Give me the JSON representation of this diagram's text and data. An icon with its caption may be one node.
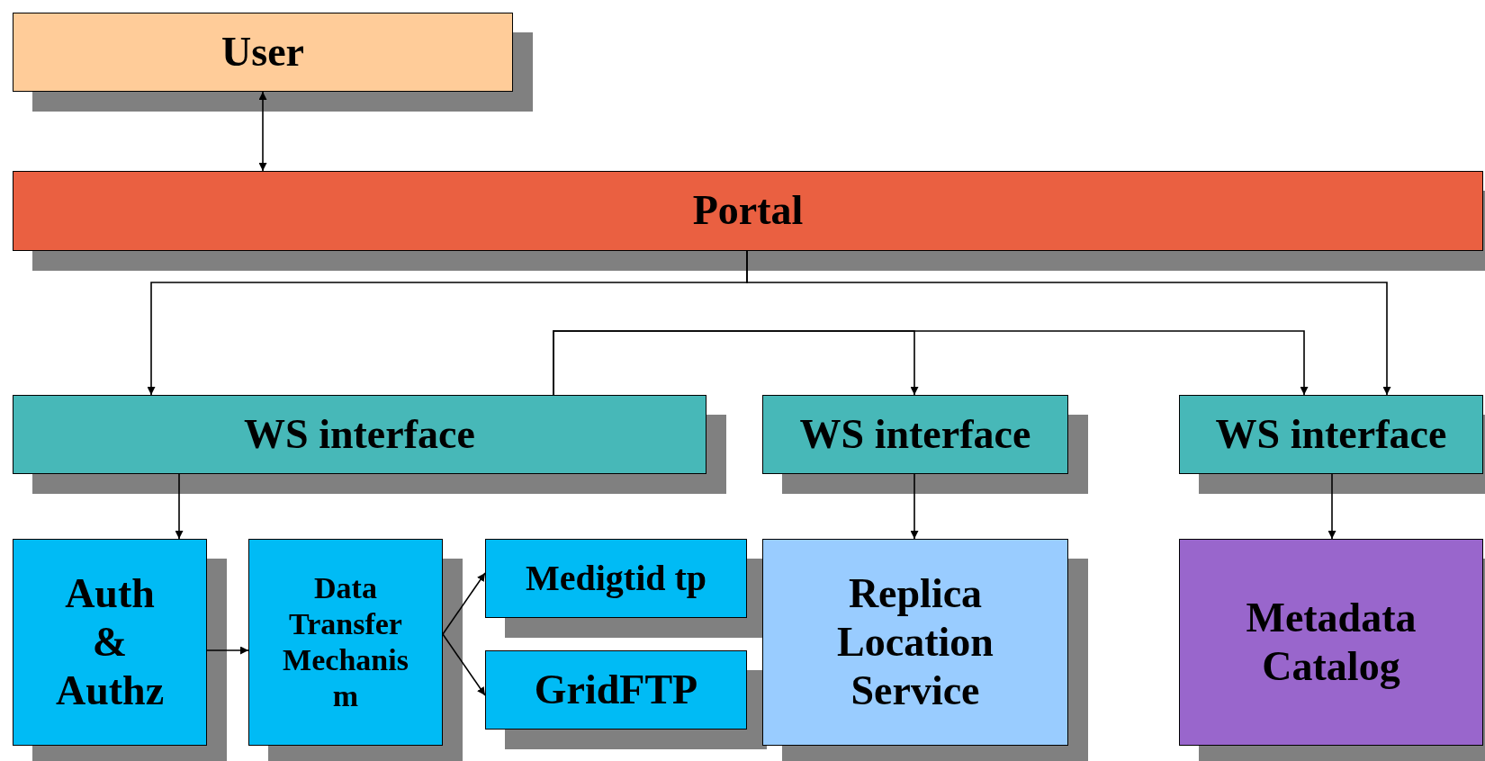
{
  "diagram": {
    "nodes": [
      {
        "text": [
          "User"
        ]
      },
      {
        "text": [
          "Portal"
        ]
      },
      {
        "text": [
          "WS interface"
        ]
      },
      {
        "text": [
          "WS interface"
        ]
      },
      {
        "text": [
          "WS interface"
        ]
      },
      {
        "text": [
          "Auth & Authz"
        ]
      },
      {
        "text": [
          "Data Transfer Mechanis m"
        ]
      },
      {
        "text": [
          "Medigtid tp"
        ]
      },
      {
        "text": [
          "GridFTP"
        ]
      },
      {
        "text": [
          "Replica Location Service"
        ]
      },
      {
        "text": [
          "Metadata Catalog"
        ]
      }
    ],
    "edges": [
      {
        "from": 0,
        "to": 1,
        "arrow": "both"
      },
      {
        "from": 1,
        "to": 2,
        "arrow": "to"
      },
      {
        "from": 1,
        "to": 4,
        "arrow": "to"
      },
      {
        "from": 2,
        "to": 3,
        "arrow": "to"
      },
      {
        "from": 2,
        "to": 4,
        "arrow": "to"
      },
      {
        "from": 2,
        "to": 5,
        "arrow": "to"
      },
      {
        "from": 5,
        "to": 6,
        "arrow": "to"
      },
      {
        "from": 6,
        "to": 7,
        "arrow": "to"
      },
      {
        "from": 6,
        "to": 8,
        "arrow": "to"
      },
      {
        "from": 3,
        "to": 9,
        "arrow": "to"
      },
      {
        "from": 4,
        "to": 10,
        "arrow": "to"
      }
    ]
  }
}
